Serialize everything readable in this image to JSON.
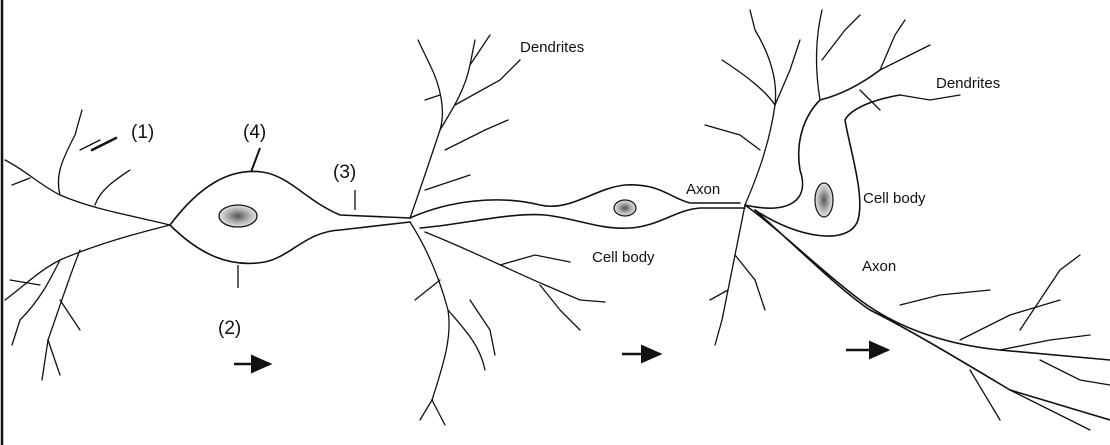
{
  "labels": {
    "dendrites_1": "Dendrites",
    "dendrites_2": "Dendrites",
    "axon_1": "Axon",
    "axon_2": "Axon",
    "cell_body_1": "Cell body",
    "cell_body_2": "Cell body"
  },
  "markers": {
    "m1": "(1)",
    "m2": "(2)",
    "m3": "(3)",
    "m4": "(4)"
  }
}
